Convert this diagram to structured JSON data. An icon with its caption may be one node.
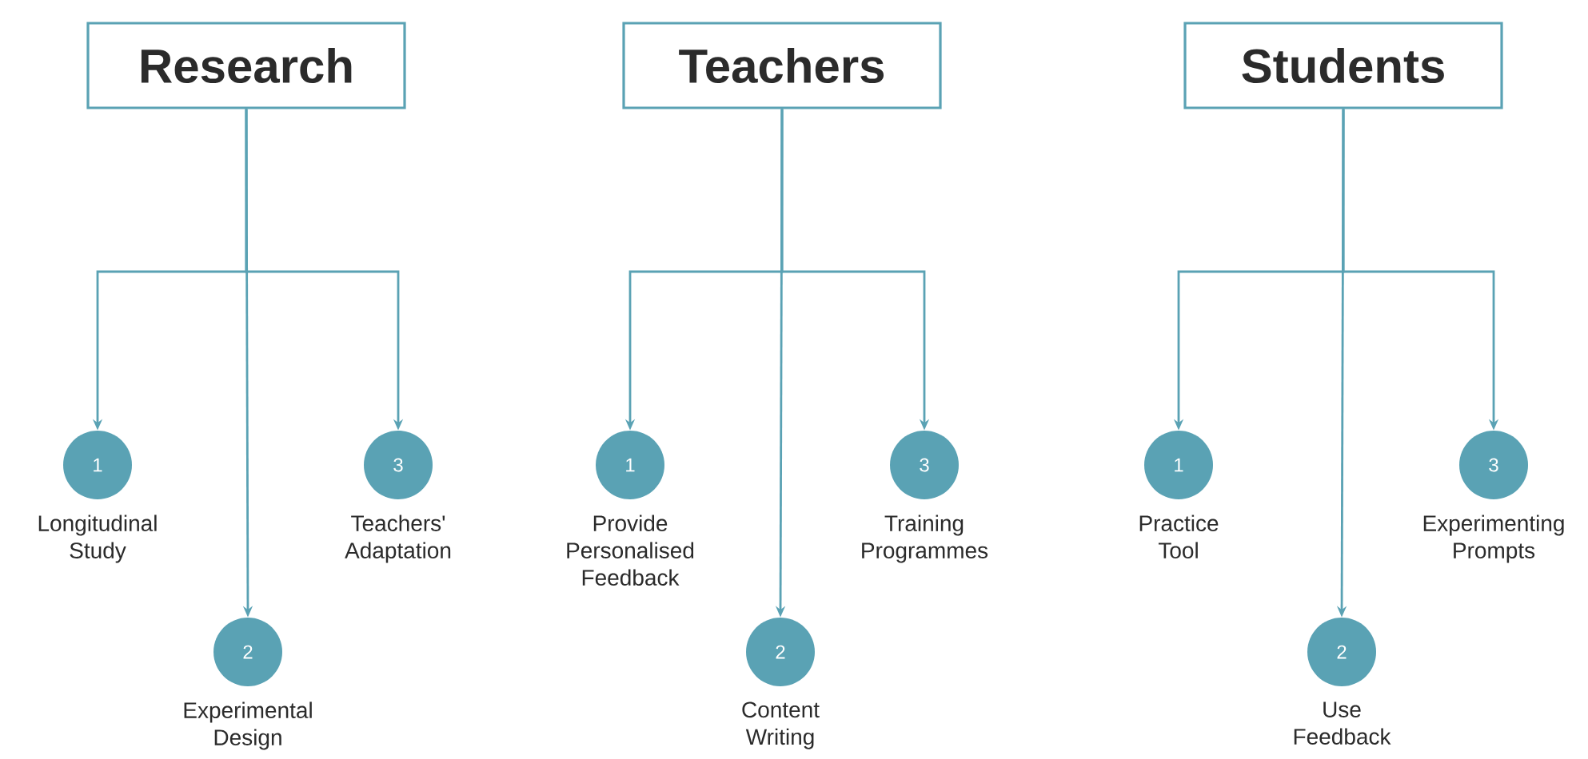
{
  "diagram": {
    "nodes": [
      {
        "text": [
          "Research"
        ]
      },
      {
        "text": [
          "1"
        ],
        "beside": [
          "Longitudinal Study"
        ]
      },
      {
        "text": [
          "2"
        ],
        "beside": [
          "Experimental Design"
        ]
      },
      {
        "text": [
          "3"
        ],
        "beside": [
          "Teachers' Adaptation"
        ]
      },
      {
        "text": [
          "Teachers"
        ]
      },
      {
        "text": [
          "1"
        ],
        "beside": [
          "Provide Personalised Feedback"
        ]
      },
      {
        "text": [
          "2"
        ],
        "beside": [
          "Content Writing"
        ]
      },
      {
        "text": [
          "3"
        ],
        "beside": [
          "Training Programmes"
        ]
      },
      {
        "text": [
          "Students"
        ]
      },
      {
        "text": [
          "1"
        ],
        "beside": [
          "Practice Tool"
        ]
      },
      {
        "text": [
          "2"
        ],
        "beside": [
          "Use Feedback"
        ]
      },
      {
        "text": [
          "3"
        ],
        "beside": [
          "Experimenting Prompts"
        ]
      }
    ],
    "edges": [
      {
        "from": 0,
        "to": 1,
        "arrow": "to"
      },
      {
        "from": 0,
        "to": 2,
        "arrow": "to"
      },
      {
        "from": 0,
        "to": 3,
        "arrow": "to"
      },
      {
        "from": 4,
        "to": 5,
        "arrow": "to"
      },
      {
        "from": 4,
        "to": 6,
        "arrow": "to"
      },
      {
        "from": 4,
        "to": 7,
        "arrow": "to"
      },
      {
        "from": 8,
        "to": 9,
        "arrow": "to"
      },
      {
        "from": 8,
        "to": 10,
        "arrow": "to"
      },
      {
        "from": 8,
        "to": 11,
        "arrow": "to"
      }
    ]
  }
}
